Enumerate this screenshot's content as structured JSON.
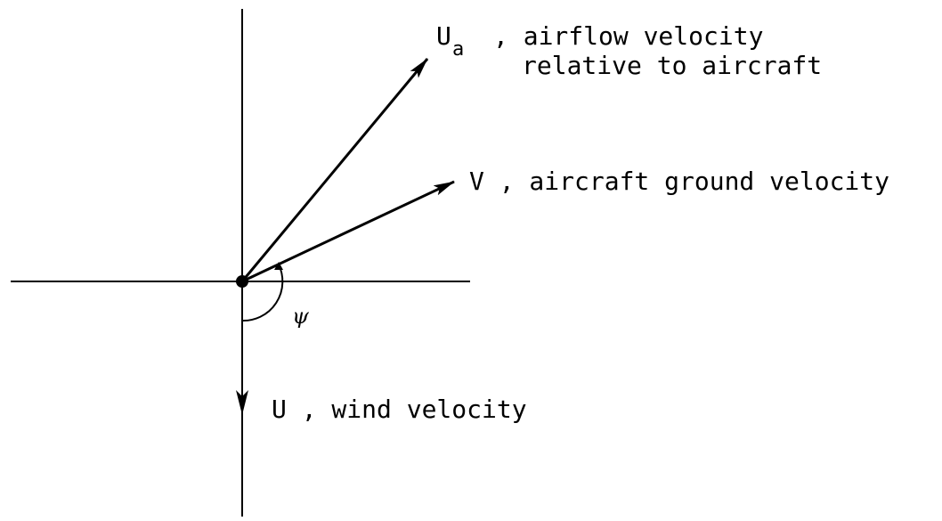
{
  "diagram": {
    "labels": {
      "ua_symbol": "U",
      "ua_subscript": "a",
      "ua_line1": ", airflow velocity",
      "ua_line2": "relative to aircraft",
      "v_text": "V , aircraft ground velocity",
      "u_text": "U , wind velocity",
      "psi": "ψ"
    },
    "colors": {
      "stroke": "#000000",
      "background": "#ffffff"
    }
  }
}
